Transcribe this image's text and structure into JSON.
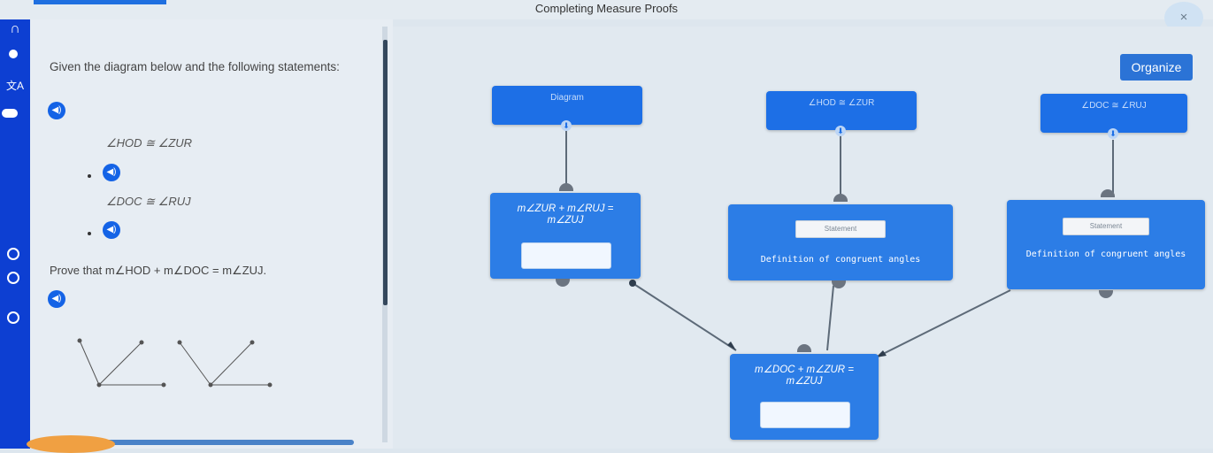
{
  "window": {
    "title": "Completing Measure Proofs",
    "close_glyph": "×"
  },
  "problem": {
    "intro": "Given the diagram below and the following statements:",
    "given1": "∠HOD ≅ ∠ZUR",
    "given2": "∠DOC ≅ ∠RUJ",
    "prove": "Prove that m∠HOD + m∠DOC = m∠ZUJ.",
    "speaker_glyph": "🔊"
  },
  "toolbar": {
    "organize_label": "Organize"
  },
  "proof": {
    "top_boxes": [
      {
        "label": "Diagram"
      },
      {
        "label": "∠HOD ≅ ∠ZUR"
      },
      {
        "label": "∠DOC ≅ ∠RUJ"
      }
    ],
    "middle_boxes": [
      {
        "eq": "m∠ZUR + m∠RUJ = m∠ZUJ"
      },
      {
        "chip": "Statement",
        "reason": "Definition of congruent angles"
      },
      {
        "chip": "Statement",
        "reason": "Definition of congruent angles"
      }
    ],
    "bottom_box": {
      "eq": "m∠DOC + m∠ZUR = m∠ZUJ"
    }
  },
  "icons": {
    "headphones": "headphones-icon",
    "translate": "translate-icon",
    "speaker": "speaker-icon",
    "down_arrow": "arrow-down-icon"
  },
  "colors": {
    "rail": "#0d3fd2",
    "box": "#2c7de6",
    "accent": "#1463e6"
  }
}
